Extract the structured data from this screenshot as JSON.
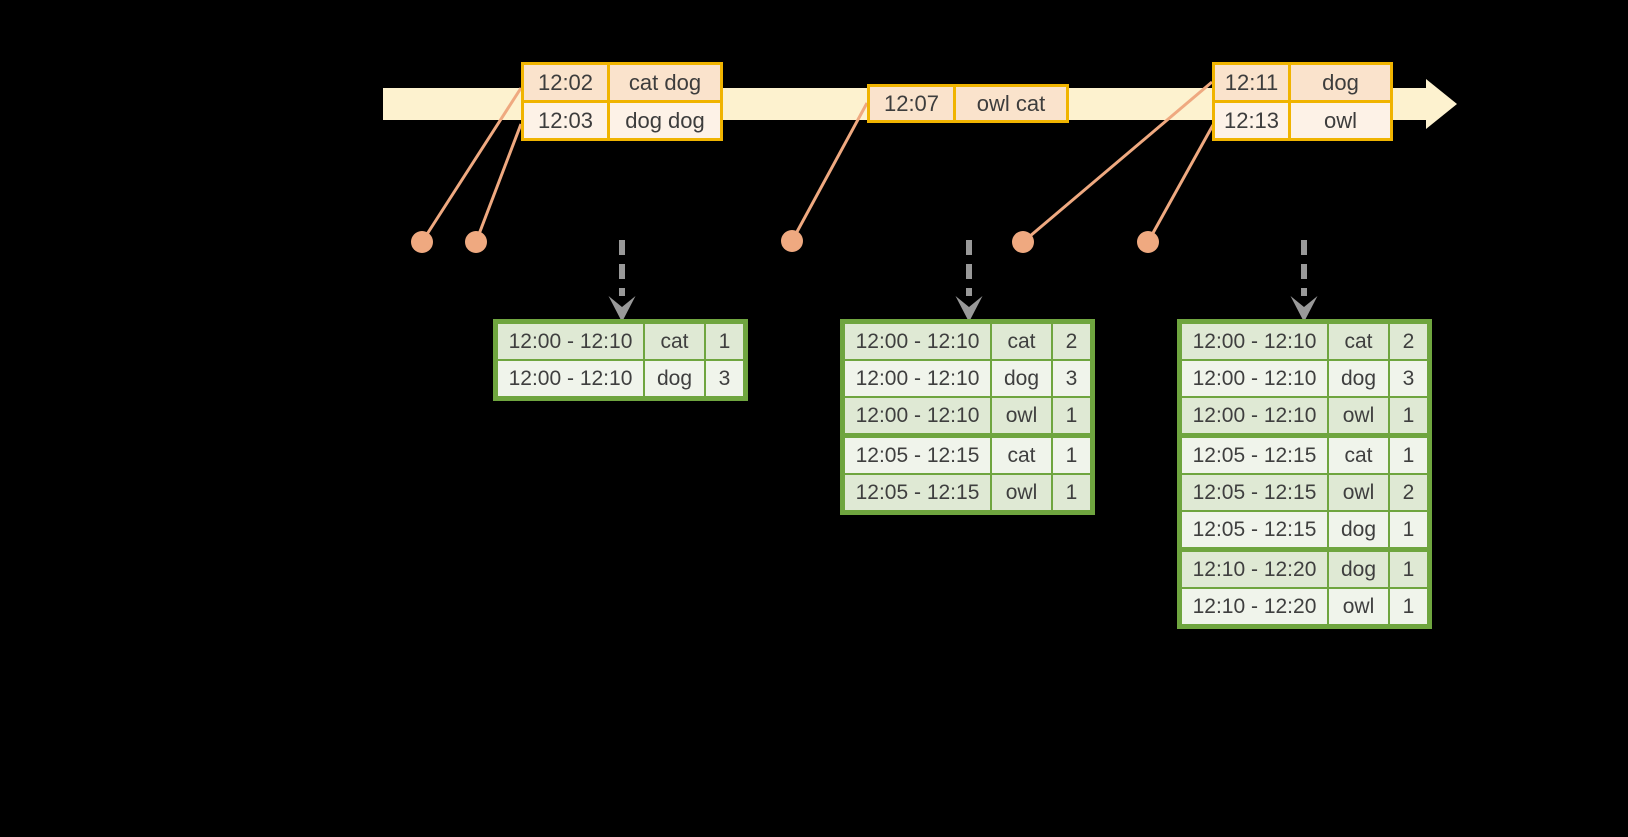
{
  "colors": {
    "background": "#000000",
    "timeline_band": "#FDF2CF",
    "event_border_gold": "#F0B400",
    "event_row_peach": "#FAE3CC",
    "event_row_cream": "#FDF2E7",
    "connector_salmon": "#EFA980",
    "result_border_green": "#6FA53F",
    "result_cell_dark": "#DFE9D4",
    "result_cell_light": "#F0F4EB",
    "trigger_arrow_gray": "#999999",
    "text": "#3d3d3d"
  },
  "event_tables": [
    {
      "rows": [
        {
          "time": "12:02",
          "words": "cat dog"
        },
        {
          "time": "12:03",
          "words": "dog dog"
        }
      ]
    },
    {
      "rows": [
        {
          "time": "12:07",
          "words": "owl cat"
        }
      ]
    },
    {
      "rows": [
        {
          "time": "12:11",
          "words": "dog"
        },
        {
          "time": "12:13",
          "words": "owl"
        }
      ]
    }
  ],
  "result_tables": [
    {
      "group_breaks": [],
      "rows": [
        {
          "window": "12:00 - 12:10",
          "word": "cat",
          "count": "1"
        },
        {
          "window": "12:00 - 12:10",
          "word": "dog",
          "count": "3"
        }
      ]
    },
    {
      "group_breaks": [
        3
      ],
      "rows": [
        {
          "window": "12:00 - 12:10",
          "word": "cat",
          "count": "2"
        },
        {
          "window": "12:00 - 12:10",
          "word": "dog",
          "count": "3"
        },
        {
          "window": "12:00 - 12:10",
          "word": "owl",
          "count": "1"
        },
        {
          "window": "12:05 - 12:15",
          "word": "cat",
          "count": "1"
        },
        {
          "window": "12:05 - 12:15",
          "word": "owl",
          "count": "1"
        }
      ]
    },
    {
      "group_breaks": [
        3,
        6
      ],
      "rows": [
        {
          "window": "12:00 - 12:10",
          "word": "cat",
          "count": "2"
        },
        {
          "window": "12:00 - 12:10",
          "word": "dog",
          "count": "3"
        },
        {
          "window": "12:00 - 12:10",
          "word": "owl",
          "count": "1"
        },
        {
          "window": "12:05 - 12:15",
          "word": "cat",
          "count": "1"
        },
        {
          "window": "12:05 - 12:15",
          "word": "owl",
          "count": "2"
        },
        {
          "window": "12:05 - 12:15",
          "word": "dog",
          "count": "1"
        },
        {
          "window": "12:10 - 12:20",
          "word": "dog",
          "count": "1"
        },
        {
          "window": "12:10 - 12:20",
          "word": "owl",
          "count": "1"
        }
      ]
    }
  ]
}
